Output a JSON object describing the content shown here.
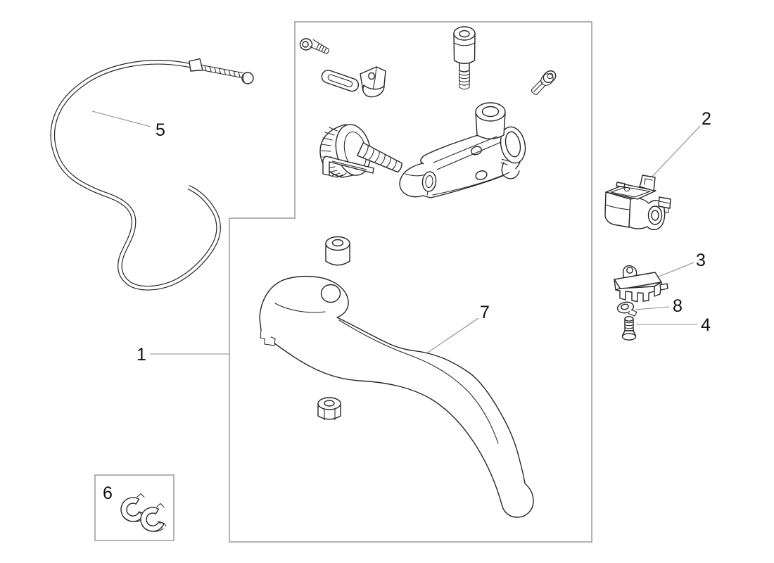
{
  "diagram": {
    "background": "#ffffff",
    "colors": {
      "part_lines": "#262626",
      "frame_lines": "#9a9a9a",
      "leader_lines": "#8c8c8c",
      "labels": "#111111"
    },
    "parts": [
      {
        "label": "1",
        "name": "clutch-control-assembly-frame"
      },
      {
        "label": "2",
        "name": "switch-holder"
      },
      {
        "label": "3",
        "name": "micro-switch"
      },
      {
        "label": "4",
        "name": "mounting-screw"
      },
      {
        "label": "5",
        "name": "clutch-cable"
      },
      {
        "label": "6",
        "name": "handlebar-clamp-half-shells"
      },
      {
        "label": "7",
        "name": "clutch-lever"
      },
      {
        "label": "8",
        "name": "washer"
      }
    ]
  }
}
